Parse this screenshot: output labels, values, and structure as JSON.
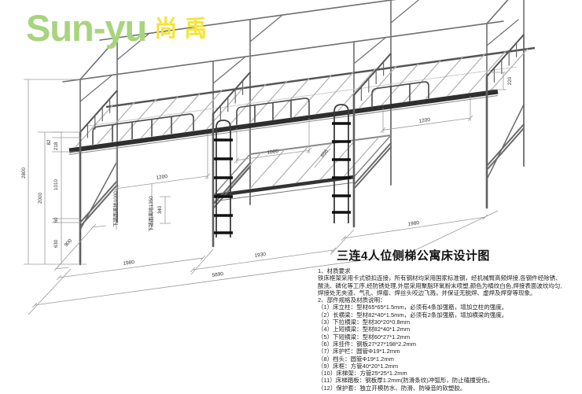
{
  "logo": {
    "latin": "Sun-yu",
    "cjk": "尚禹",
    "latin_color": "#a8d47e",
    "cjk_color": "#f7e435"
  },
  "title": "三连4人位侧梯公寓床设计图",
  "specs": {
    "lines": [
      "1、材质要求",
      "铁床框架采用卡式锁扣连接，所有钢材均采用国家标准钢，经机械臂高频焊接,各钢件经除锈、",
      "酸洗、磷化等工序,经防锈处理,外层采用聚脂环氧粉末喷塑,颜色为橘纹白色,焊接表面波纹均匀,",
      "焊接处无夹渣、气孔、焊瘤、焊丝头咬边飞溅，并保证无脱焊、虚焊及焊穿等现象。",
      "2、部件规格及材质说明：",
      "（1）床立柱：型材65*65*1.5mm，必须有4条加强筋，增加立柱的强度。",
      "（2）长横梁：型材82*40*1.5mm，必须有2条加强筋，增加横梁的强度。",
      "（3）下拉横梁：型材30*20*0.8mm",
      "（4）上短横梁：型材82*40*1.2mm",
      "（5）下短横梁：型材60*27*1.2mm",
      "（6）床挂件：钢板27*27*198*2.2mm",
      "（7）床护栏：圆管Φ19*1.2mm",
      "（8）档头：圆管Φ19*1.2mm",
      "（9）床框：方管40*20*1.2mm",
      "（10）床梯架：方管25*25*1.2mm",
      "（11）床梯踏板：钢板厚1.2mm(防滑条纹)冲弧形，防止磕撞受伤。",
      "（12）保护套：独立开模防水、防滑、防噪音的软塑胶。"
    ]
  },
  "dims": {
    "total_height": "2800",
    "frame_height": "2000",
    "seg_82": "82",
    "seg_218": "218",
    "seg_1010": "1010",
    "seg_60": "60",
    "seg_630": "630",
    "depth": "900",
    "len_left": "1980",
    "len_mid": "1930",
    "len_total": "5890",
    "len_right": "1980",
    "opening_left": "1200",
    "bed_width": "1200",
    "guardrail": "1000",
    "ladder": "856",
    "lower_gap": "340",
    "end_rail": "220",
    "callout_left": "下铺面离地1000",
    "callout_right": "下铺面离地1350"
  }
}
